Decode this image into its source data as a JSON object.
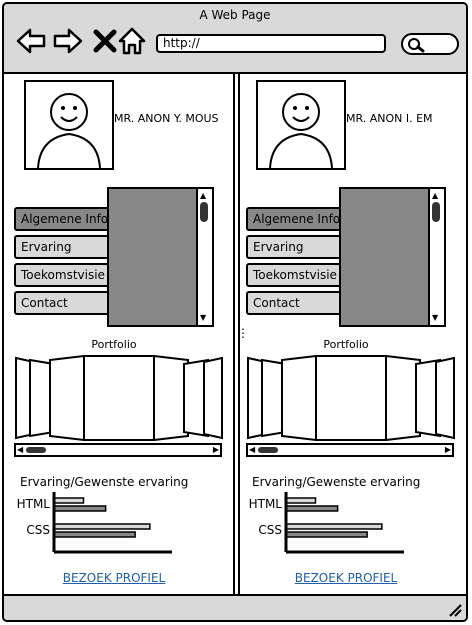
{
  "window": {
    "title": "A Web Page"
  },
  "toolbar": {
    "url": "http://",
    "icons": [
      "back-arrow-icon",
      "forward-arrow-icon",
      "close-x-icon",
      "home-icon",
      "search-icon"
    ]
  },
  "profiles": [
    {
      "name": "MR. ANON Y. MOUS",
      "tabs": [
        "Algemene Info",
        "Ervaring",
        "Toekomstvisie",
        "Contact"
      ],
      "active_tab": "Algemene Info",
      "portfolio_title": "Portfolio",
      "chart_title": "Ervaring/Gewenste ervaring",
      "link": "BEZOEK PROFIEL"
    },
    {
      "name": "MR. ANON I. EM",
      "tabs": [
        "Algemene Info",
        "Ervaring",
        "Toekomstvisie",
        "Contact"
      ],
      "active_tab": "Algemene Info",
      "portfolio_title": "Portfolio",
      "chart_title": "Ervaring/Gewenste ervaring",
      "link": "BEZOEK PROFIEL"
    }
  ],
  "chart_data": [
    {
      "type": "bar",
      "orientation": "horizontal",
      "categories": [
        "HTML",
        "CSS"
      ],
      "series": [
        {
          "values": [
            4,
            13
          ]
        },
        {
          "values": [
            7,
            11
          ]
        }
      ],
      "colors": [
        "#d9d9d9",
        "#888888"
      ]
    },
    {
      "type": "bar",
      "orientation": "horizontal",
      "categories": [
        "HTML",
        "CSS"
      ],
      "series": [
        {
          "values": [
            4,
            13
          ]
        },
        {
          "values": [
            7,
            11
          ]
        }
      ],
      "colors": [
        "#d9d9d9",
        "#888888"
      ]
    }
  ]
}
